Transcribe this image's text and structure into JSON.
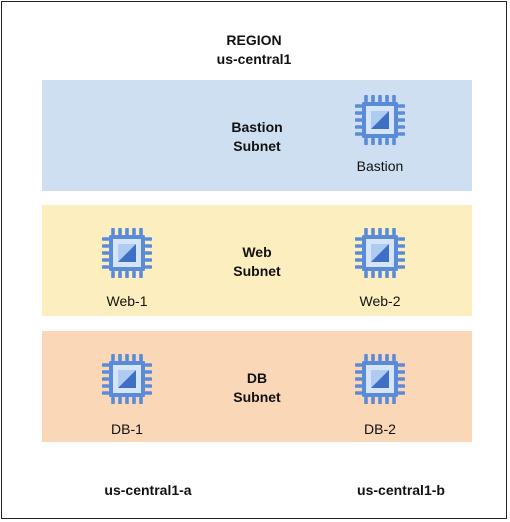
{
  "region": {
    "title": "REGION",
    "name": "us-central1"
  },
  "subnets": [
    {
      "id": "bastion",
      "line1": "Bastion",
      "line2": "Subnet",
      "color": "#cfdff2",
      "vms": [
        {
          "label": "Bastion",
          "zone": "us-central1-b"
        }
      ]
    },
    {
      "id": "web",
      "line1": "Web",
      "line2": "Subnet",
      "color": "#fdeec0",
      "vms": [
        {
          "label": "Web-1",
          "zone": "us-central1-a"
        },
        {
          "label": "Web-2",
          "zone": "us-central1-b"
        }
      ]
    },
    {
      "id": "db",
      "line1": "DB",
      "line2": "Subnet",
      "color": "#fad7b7",
      "vms": [
        {
          "label": "DB-1",
          "zone": "us-central1-a"
        },
        {
          "label": "DB-2",
          "zone": "us-central1-b"
        }
      ]
    }
  ],
  "zones": [
    {
      "label": "us-central1-a"
    },
    {
      "label": "us-central1-b"
    }
  ],
  "icon": {
    "name": "compute-engine-chip-icon",
    "outer_color": "#5a8bd8",
    "inner_fill": "#d6e4f7",
    "core_light": "#aecbf1",
    "core_dark": "#3f6fc4"
  }
}
